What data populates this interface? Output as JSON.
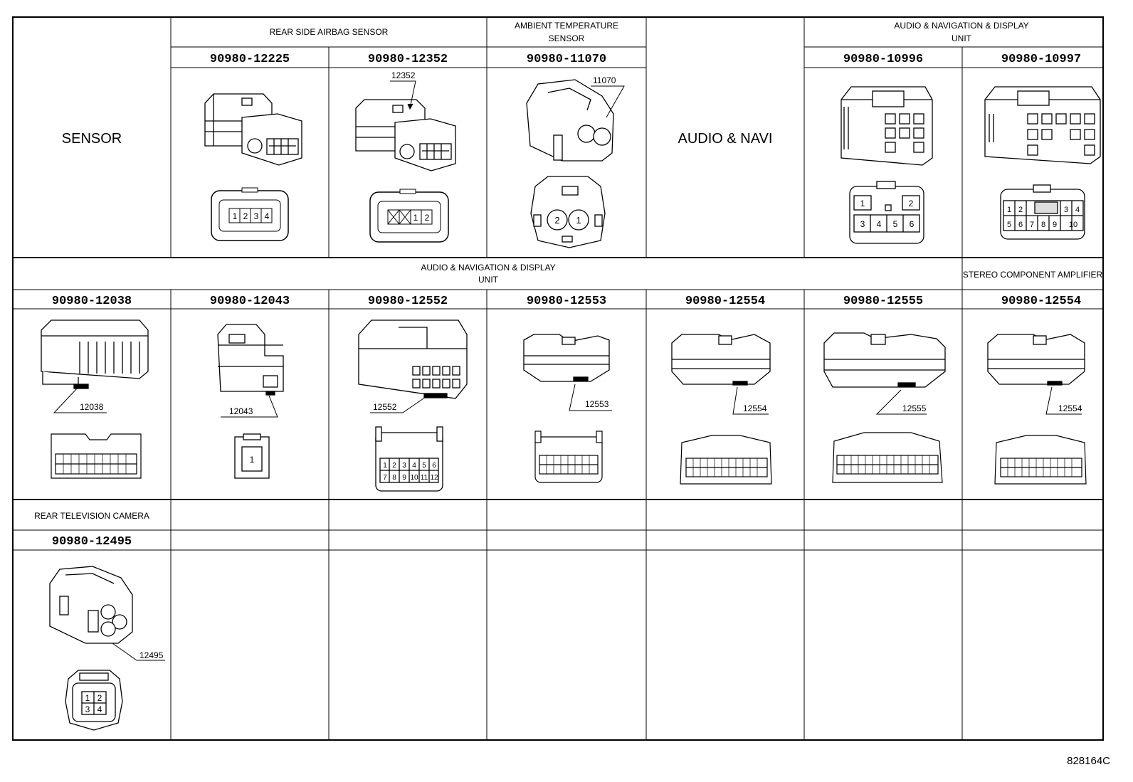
{
  "row1": {
    "sensor_label": "SENSOR",
    "rear_side_airbag_header": "REAR SIDE AIRBAG SENSOR",
    "ambient_header_l1": "AMBIENT TEMPERATURE",
    "ambient_header_l2": "SENSOR",
    "audio_navi_label": "AUDIO & NAVI",
    "audio_unit_header_l1": "AUDIO & NAVIGATION & DISPLAY",
    "audio_unit_header_l2": "UNIT",
    "parts": [
      {
        "pn": "90980-12225",
        "callout": "",
        "pins": [
          "1",
          "2",
          "3",
          "4"
        ]
      },
      {
        "pn": "90980-12352",
        "callout": "12352",
        "pins": [
          "1",
          "2"
        ]
      },
      {
        "pn": "90980-11070",
        "callout": "11070",
        "pins": [
          "2",
          "1"
        ]
      },
      {
        "pn": "90980-10996",
        "callout": "",
        "pins": [
          "1",
          "2",
          "3",
          "4",
          "5",
          "6"
        ]
      },
      {
        "pn": "90980-10997",
        "callout": "",
        "pins": [
          "1",
          "2",
          "3",
          "4",
          "5",
          "6",
          "7",
          "8",
          "9",
          "10"
        ]
      }
    ]
  },
  "row2": {
    "audio_unit_header_l1": "AUDIO & NAVIGATION & DISPLAY",
    "audio_unit_header_l2": "UNIT",
    "stereo_header": "STEREO COMPONENT AMPLIFIER",
    "parts": [
      {
        "pn": "90980-12038",
        "callout": "12038"
      },
      {
        "pn": "90980-12043",
        "callout": "12043",
        "pins": [
          "1"
        ]
      },
      {
        "pn": "90980-12552",
        "callout": "12552",
        "pins": [
          "1",
          "2",
          "3",
          "4",
          "5",
          "6",
          "7",
          "8",
          "9",
          "10",
          "11",
          "12"
        ]
      },
      {
        "pn": "90980-12553",
        "callout": "12553"
      },
      {
        "pn": "90980-12554",
        "callout": "12554"
      },
      {
        "pn": "90980-12555",
        "callout": "12555"
      },
      {
        "pn": "90980-12554",
        "callout": "12554"
      }
    ]
  },
  "row3": {
    "camera_header": "REAR TELEVISION CAMERA",
    "parts": [
      {
        "pn": "90980-12495",
        "callout": "12495",
        "pins": [
          "1",
          "2",
          "3",
          "4"
        ]
      }
    ]
  },
  "reference_code": "828164C"
}
